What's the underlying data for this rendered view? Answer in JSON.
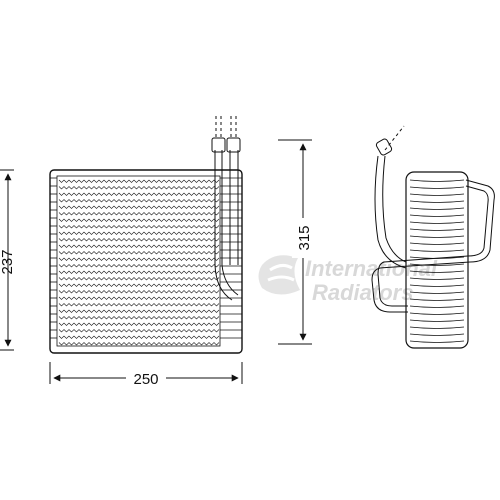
{
  "diagram": {
    "dimensions": {
      "height_left": "237",
      "width_bottom": "250",
      "height_total": "315"
    },
    "watermark": {
      "line1": "International",
      "line2": "Radiators"
    },
    "colors": {
      "line": "#111111",
      "watermark": "#d8d8d8"
    }
  }
}
